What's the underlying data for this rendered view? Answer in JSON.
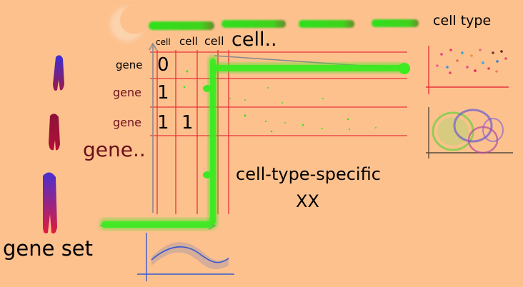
{
  "labels": {
    "cell_type": "cell type",
    "col_headers": [
      "cell",
      "cell",
      "cell"
    ],
    "col_more": "cell..",
    "row_labels": [
      "gene",
      "gene",
      "gene"
    ],
    "row_more": "gene..",
    "matrix_values": [
      "0",
      "1",
      "1",
      "1"
    ],
    "center_title": "cell-type-specific",
    "center_sub": "XX",
    "gene_set": "gene set"
  },
  "colors": {
    "background": "#fdc18e",
    "grid_line": "#e8333a",
    "highlight": "#39e61e",
    "chromosome_blue": "#3a2fd0",
    "chromosome_red": "#9b0f2c"
  },
  "icons": [
    "chromosome-icon",
    "scatter-plot-icon",
    "cluster-plot-icon",
    "curve-plot-icon",
    "moon-icon"
  ]
}
